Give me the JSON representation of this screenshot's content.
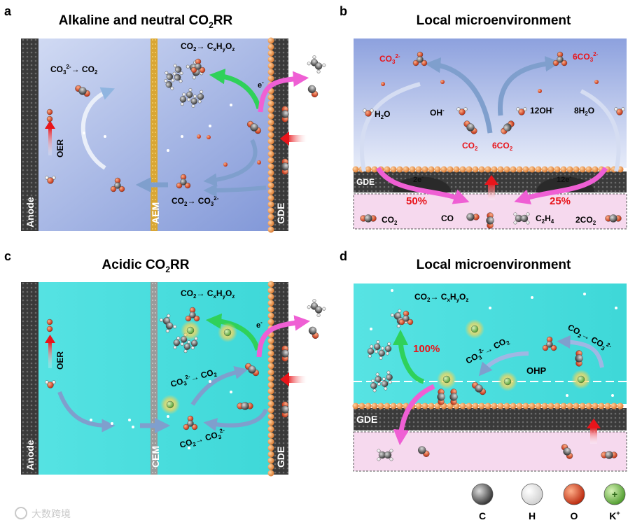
{
  "panels": {
    "a": {
      "letter": "a",
      "title_main": "Alkaline and neutral CO",
      "title_sub": "2",
      "title_end": "RR",
      "anode": "Anode",
      "membrane": "AEM",
      "gde": "GDE",
      "oer": "OER",
      "eq_top": {
        "a": "CO",
        "a_sub": "2",
        "arrow": "→ C",
        "x_sub": "x",
        "h": "H",
        "y_sub": "y",
        "o": "O",
        "z_sub": "z"
      },
      "eq_left": {
        "a": "CO",
        "a_sub": "3",
        "a_sup": "2-",
        "arrow": "→ CO",
        "b_sub": "2"
      },
      "eq_bottom": {
        "a": "CO",
        "a_sub": "2",
        "arrow": "→ CO",
        "b_sub": "3",
        "b_sup": "2-"
      },
      "electron": "e",
      "electron_sup": "-"
    },
    "b": {
      "letter": "b",
      "title": "Local microenvironment",
      "gde": "GDE",
      "co3_left": {
        "a": "CO",
        "a_sub": "3",
        "a_sup": "2-"
      },
      "co3_right": {
        "a": "6CO",
        "a_sub": "3",
        "a_sup": "2-"
      },
      "h2o": {
        "a": "H",
        "a_sub": "2",
        "b": "O"
      },
      "oh": {
        "a": "OH",
        "a_sup": "-"
      },
      "oh12": {
        "a": "12OH",
        "a_sup": "-"
      },
      "h2o8": {
        "a": "8H",
        "a_sub": "2",
        "b": "O"
      },
      "co2_red": {
        "a": "CO",
        "a_sub": "2"
      },
      "co2_6": {
        "a": "6CO",
        "a_sub": "2"
      },
      "e2": {
        "a": "2e",
        "a_sup": "-"
      },
      "e12": {
        "a": "12e",
        "a_sup": "-"
      },
      "pct_left": "50%",
      "pct_right": "25%",
      "bottom_co2": {
        "a": "CO",
        "a_sub": "2"
      },
      "bottom_co": "CO",
      "bottom_c2h4": {
        "a": "C",
        "a_sub": "2",
        "b": "H",
        "b_sub": "4"
      },
      "bottom_2co2": {
        "a": "2CO",
        "a_sub": "2"
      }
    },
    "c": {
      "letter": "c",
      "title_main": "Acidic CO",
      "title_sub": "2",
      "title_end": "RR",
      "anode": "Anode",
      "membrane": "CEM",
      "gde": "GDE",
      "oer": "OER",
      "eq_top": {
        "a": "CO",
        "a_sub": "2",
        "arrow": "→ C",
        "x_sub": "x",
        "h": "H",
        "y_sub": "y",
        "o": "O",
        "z_sub": "z"
      },
      "eq_mid": {
        "a": "CO",
        "a_sub": "3",
        "a_sup": "2-",
        "arrow": "→ CO",
        "b_sub": "2"
      },
      "eq_bottom": {
        "a": "CO",
        "a_sub": "2",
        "arrow": "→ CO",
        "b_sub": "3",
        "b_sup": "2-"
      },
      "electron": "e",
      "electron_sup": "-"
    },
    "d": {
      "letter": "d",
      "title": "Local microenvironment",
      "gde": "GDE",
      "eq_top": {
        "a": "CO",
        "a_sub": "2",
        "arrow": "→ C",
        "x_sub": "x",
        "h": "H",
        "y_sub": "y",
        "o": "O",
        "z_sub": "z"
      },
      "eq_mid": {
        "a": "CO",
        "a_sub": "3",
        "a_sup": "2-",
        "arrow": "→ CO",
        "b_sub": "2"
      },
      "eq_right": {
        "a": "CO",
        "a_sub": "2",
        "arrow": "→ CO",
        "b_sub": "3",
        "b_sup": "2-"
      },
      "pct": "100%",
      "ohp": "OHP"
    }
  },
  "legend": [
    {
      "label": "C",
      "color": "#555555"
    },
    {
      "label": "H",
      "color": "#ffffff"
    },
    {
      "label": "O",
      "color": "#d9401a"
    },
    {
      "label": "K",
      "sup": "+",
      "color": "#8cc65a"
    }
  ],
  "watermark": "大数跨境",
  "colors": {
    "alkaline_top": "#c7d3f1",
    "alkaline_bottom": "#8ea2de",
    "acidic": "#4fe0e0",
    "gde_dark": "#3a3a3a",
    "gde_bead": "#e69a55",
    "gas_zone": "#f6d9ee",
    "arrow_blue": "#7f9fcd",
    "arrow_green": "#2fd15a",
    "arrow_pink": "#ef5fd4",
    "arrow_red": "#e8151b",
    "text_red": "#e8151b"
  }
}
